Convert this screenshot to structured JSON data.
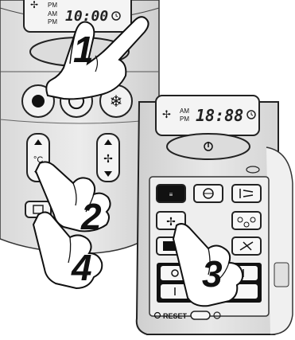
{
  "steps": {
    "one": "1",
    "two": "2",
    "three": "3",
    "four": "4"
  },
  "remote_back": {
    "lcd_am": "AM",
    "lcd_pm": "PM",
    "lcd_time": "10:00"
  },
  "remote_front": {
    "lcd_am": "AM",
    "lcd_pm": "PM",
    "lcd_time": "18:88",
    "reset_label": "RESET"
  },
  "icons": [
    "power-button-icon",
    "timer-icon",
    "snowflake-icon",
    "temperature-icon",
    "fan-icon",
    "clock-icon"
  ]
}
